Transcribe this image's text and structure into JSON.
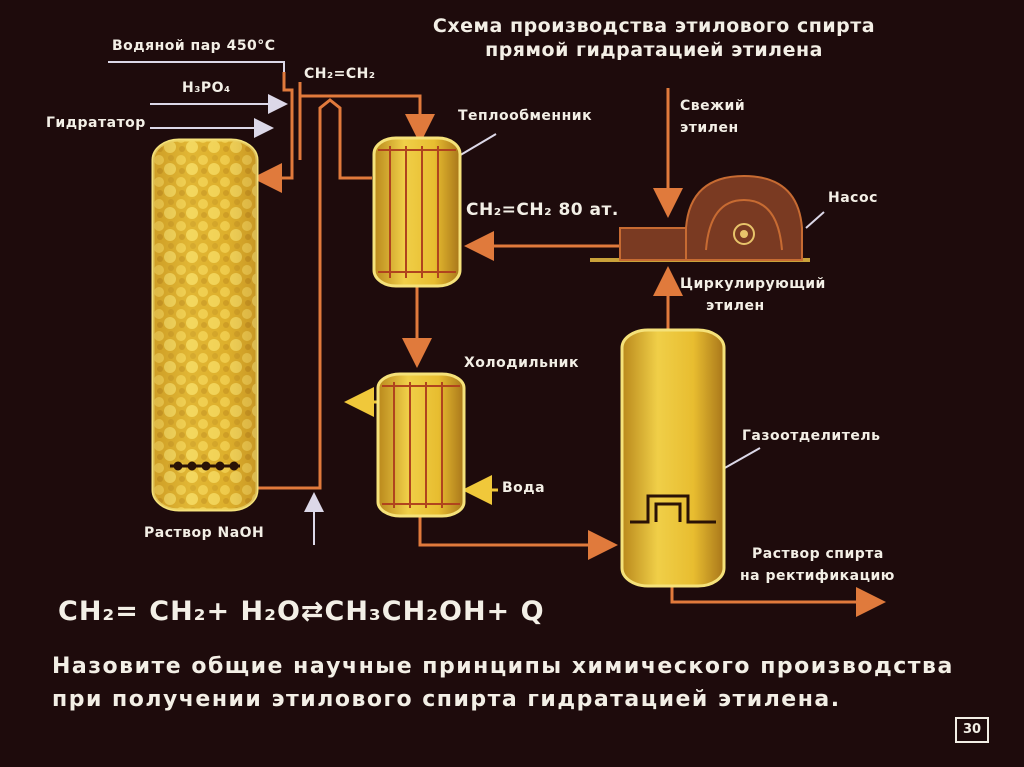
{
  "title": {
    "line1": "Схема производства этилового спирта",
    "line2": "прямой гидратацией этилена"
  },
  "labels": {
    "steam": "Водяной пар 450°С",
    "ethylene_top": "CH₂=CH₂",
    "acid": "H₃PO₄",
    "hydrator": "Гидрататор",
    "heat_exchanger": "Теплообменник",
    "fresh_ethylene_1": "Свежий",
    "fresh_ethylene_2": "этилен",
    "pump": "Насос",
    "ethylene_pressure": "CH₂=CH₂ 80 ат.",
    "circulating_1": "Циркулирующий",
    "circulating_2": "этилен",
    "cooler": "Холодильник",
    "separator": "Газоотделитель",
    "water": "Вода",
    "naoh": "Раствор NaOH",
    "alcohol_1": "Раствор спирта",
    "alcohol_2": "на ректификацию"
  },
  "equation": "CH₂= CH₂+ H₂O⇄CH₃CH₂OH+ Q",
  "question": "Назовите общие научные принципы химического производства при получении этилового спирта гидратацией этилена.",
  "page_number": "30",
  "colors": {
    "background": "#1e0b0c",
    "pipe": "#e07a3c",
    "arrow_white": "#dcd8e8",
    "vessel_fill": "#e2b52c",
    "vessel_edge": "#f5e27a",
    "pump": "#7a3a22",
    "text": "#f3efe6"
  }
}
